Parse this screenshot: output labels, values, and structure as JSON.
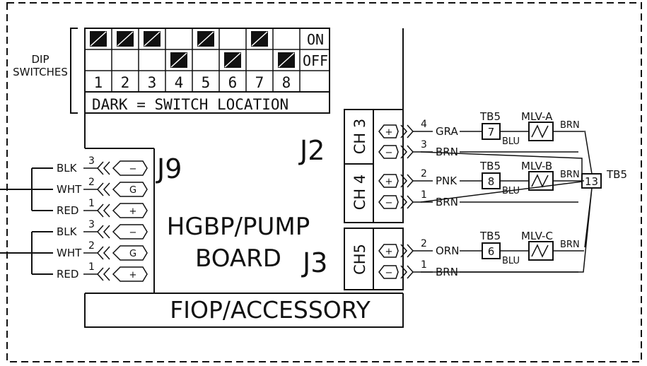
{
  "dip": {
    "title_line1": "DIP",
    "title_line2": "SWITCHES",
    "on_label": "ON",
    "off_label": "OFF",
    "numbers": [
      "1",
      "2",
      "3",
      "4",
      "5",
      "6",
      "7",
      "8"
    ],
    "on_states": [
      true,
      true,
      true,
      false,
      true,
      false,
      true,
      false
    ],
    "legend": "DARK = SWITCH LOCATION"
  },
  "board": {
    "title_line1": "HGBP/PUMP",
    "title_line2": "BOARD",
    "footer": "FIOP/ACCESSORY"
  },
  "connectors": {
    "j9": "J9",
    "j2": "J2",
    "j3": "J3"
  },
  "j9_pins": [
    {
      "wire": "BLK",
      "pin": "3",
      "sign": "−"
    },
    {
      "wire": "WHT",
      "pin": "2",
      "sign": "G"
    },
    {
      "wire": "RED",
      "pin": "1",
      "sign": "+"
    },
    {
      "wire": "BLK",
      "pin": "3",
      "sign": "−"
    },
    {
      "wire": "WHT",
      "pin": "2",
      "sign": "G"
    },
    {
      "wire": "RED",
      "pin": "1",
      "sign": "+"
    }
  ],
  "channels": [
    "CH 3",
    "CH 4",
    "CH5"
  ],
  "right_pins": [
    {
      "sign": "+",
      "pin": "4",
      "wire": "GRA"
    },
    {
      "sign": "−",
      "pin": "3",
      "wire": "BRN"
    },
    {
      "sign": "+",
      "pin": "2",
      "wire": "PNK"
    },
    {
      "sign": "−",
      "pin": "1",
      "wire": "BRN"
    },
    {
      "sign": "+",
      "pin": "2",
      "wire": "ORN"
    },
    {
      "sign": "−",
      "pin": "1",
      "wire": "BRN"
    }
  ],
  "valves": [
    {
      "tb": "TB5",
      "terminal": "7",
      "label": "MLV-A",
      "in_wire": "BLU",
      "out_wire": "BRN"
    },
    {
      "tb": "TB5",
      "terminal": "8",
      "label": "MLV-B",
      "in_wire": "BLU",
      "out_wire": "BRN"
    },
    {
      "tb": "TB5",
      "terminal": "6",
      "label": "MLV-C",
      "in_wire": "BLU",
      "out_wire": "BRN"
    }
  ],
  "common": {
    "terminal": "13",
    "tb": "TB5"
  }
}
